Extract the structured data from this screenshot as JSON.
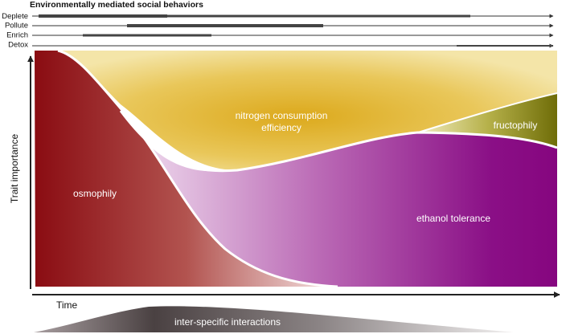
{
  "header": {
    "title": "Environmentally mediated social behaviors",
    "rows": [
      {
        "label": "Deplete"
      },
      {
        "label": "Pollute"
      },
      {
        "label": "Enrich"
      },
      {
        "label": "Detox"
      }
    ]
  },
  "axes": {
    "y_label": "Trait importance",
    "x_label": "Time"
  },
  "regions": {
    "osmophily": "osmophily",
    "nitrogen_line1": "nitrogen consumption",
    "nitrogen_line2": "efficiency",
    "fructophily": "fructophily",
    "ethanol": "ethanol tolerance",
    "interactions": "inter-specific interactions"
  },
  "colors": {
    "osmophily": "#8c0f14",
    "nitrogen": "#e0b422",
    "ethanol": "#8a0f86",
    "fructophily": "#7c7a10",
    "interactions": "#4a4142"
  }
}
